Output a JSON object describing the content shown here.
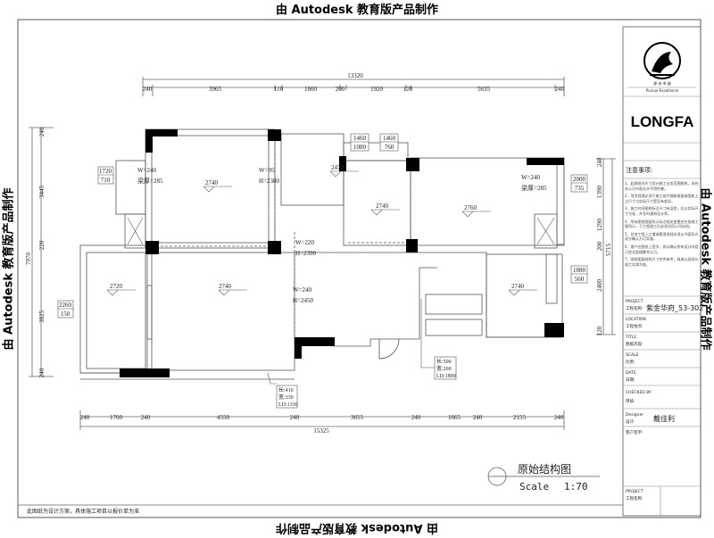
{
  "watermark": "由 Autodesk 教育版产品制作",
  "dimensions": {
    "top_total": "13320",
    "top_segments": [
      "240",
      "3965",
      "110",
      "1860",
      "200",
      "1920",
      "120",
      "5635",
      "240"
    ],
    "bottom_total": "15325",
    "bottom_segments": [
      "240",
      "1760",
      "240",
      "4550",
      "240",
      "3655",
      "240",
      "1665",
      "240",
      "2155",
      "240"
    ],
    "left_total": "7970",
    "left_segments": [
      "240",
      "3445",
      "220",
      "3825",
      "240"
    ],
    "right_total": "5715",
    "right_segments": [
      "240",
      "1390",
      "1290",
      "200",
      "2400",
      "120"
    ]
  },
  "ceiling_heights": [
    "2740",
    "2470",
    "2740",
    "2760",
    "2720",
    "2740",
    "2740"
  ],
  "beam_notes": [
    {
      "w": "W=240",
      "h": "梁厚=285"
    },
    {
      "w": "W=95",
      "h": "H=2380"
    },
    {
      "w": "W=220",
      "h": "H=2390"
    },
    {
      "w": "W=240",
      "h": "H=2450"
    },
    {
      "w": "W=240",
      "h": "梁厚=285"
    }
  ],
  "window_tags": [
    {
      "a": "1720",
      "b": "710"
    },
    {
      "a": "2260",
      "b": "150"
    },
    {
      "a": "1460",
      "b": "1080"
    },
    {
      "a": "1460",
      "b": "760"
    },
    {
      "a": "2000",
      "b": "735"
    },
    {
      "a": "1880",
      "b": "560"
    }
  ],
  "opening_tags": [
    {
      "l": "长:410",
      "w": "宽:330",
      "ld": "LD:1330"
    },
    {
      "l": "长:500",
      "w": "宽:260",
      "ld": "LD:1800"
    }
  ],
  "drawing_title": "原始结构图",
  "scale_label": "Scale",
  "scale_value": "1:70",
  "footer_note": "此图纸为设计方案，具体施工项目以报价单为准",
  "title_block": {
    "logo_motto": "源 米 卓 越",
    "logo_motto_en": "Pursue    Excellence",
    "brand": "LONGFA",
    "notes_heading": "注意事项:",
    "notes": [
      "1、此图纸内尺寸设计施工业务范围图纸，未经本公司书面允许不得抄袭。",
      "2、项目经理必须于施工前仔细核查复核图纸上之尺寸与实际尺寸是否有差异。",
      "3、施工时间图纸标注尺寸有误差，应以实际尺寸为准，并及时通知设计师。",
      "4、所有图纸图面所示标注相关变更应在各施工图所示，于工程竣工后必须交回公司存档。",
      "5、任何工程上之增减更改须经必须以书面形式双方确认方可实施。",
      "6、客户在图纸上签字，即以确认所有设计内容已经全面理解并认可。",
      "7、图纸图面结构尺寸仅供参考，具体以现场与竣工实测为准。"
    ],
    "project_en": "PROJECT",
    "project_cn": "工程名称:",
    "project_value": "紫金华府_53-302",
    "location_en": "LOCATION",
    "location_cn": "工程地点:",
    "title_en": "TITLE",
    "title_cn": "图纸内容:",
    "scale_en": "SCALE",
    "scale_cn": "比例:",
    "date_en": "DATE",
    "date_cn": "日期:",
    "checked_en": "CHECKED  BY",
    "checked_cn": "审核:",
    "designer_en": "Designer",
    "designer_cn": "设计:",
    "designer_value": "戴佳利",
    "client_sign": "客户签字:",
    "project2_en": "PROJECT",
    "project2_cn": "工程名称:"
  }
}
